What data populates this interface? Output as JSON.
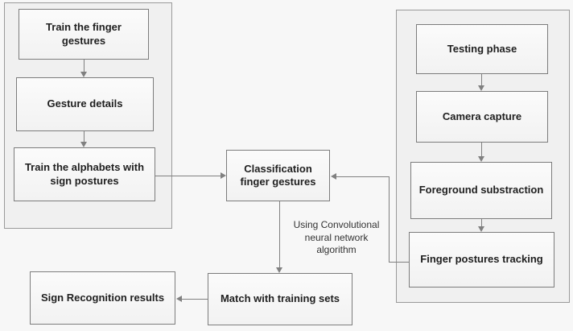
{
  "diagram": {
    "title": "Sign language recognition system flowchart",
    "background_color": "#f7f7f7",
    "node_fill_color": "#f4f4f4",
    "node_border_color": "#7c7c7c",
    "group_fill_color": "#f0f0f0",
    "group_border_color": "#9a9a9a",
    "connector_color": "#808080"
  },
  "groups": [
    {
      "name": "training-group",
      "label": ""
    },
    {
      "name": "testing-group",
      "label": ""
    }
  ],
  "nodes": {
    "train_finger_gestures": {
      "label": "Train the finger gestures"
    },
    "gesture_details": {
      "label": "Gesture details"
    },
    "train_alphabets": {
      "label": "Train the alphabets with sign postures"
    },
    "classification": {
      "label": "Classification finger gestures"
    },
    "testing_phase": {
      "label": "Testing phase"
    },
    "camera_capture": {
      "label": "Camera capture"
    },
    "foreground_substraction": {
      "label": "Foreground substraction"
    },
    "finger_postures_tracking": {
      "label": "Finger postures tracking"
    },
    "match_training_sets": {
      "label": "Match with training sets"
    },
    "sign_recognition_results": {
      "label": "Sign Recognition results"
    }
  },
  "edge_labels": {
    "cnn_note": "Using Convolutional neural network algorithm"
  }
}
